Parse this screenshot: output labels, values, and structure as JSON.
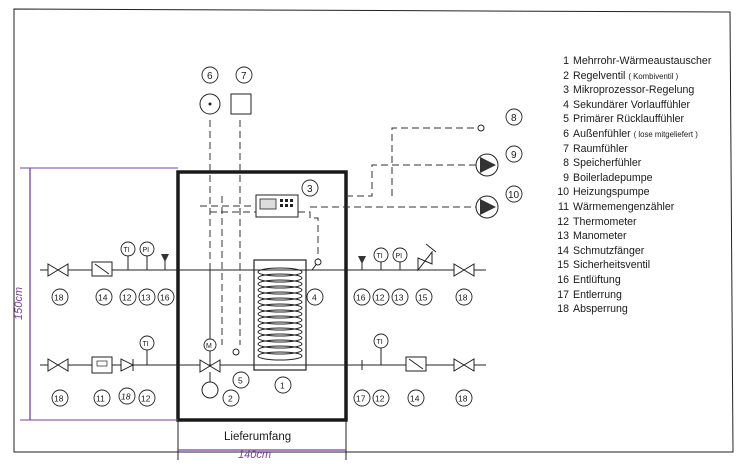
{
  "legend": [
    {
      "num": "1",
      "text": "Mehrrohr-Wärmeaustauscher",
      "note": ""
    },
    {
      "num": "2",
      "text": "Regelventil",
      "note": "( Kombiventil )"
    },
    {
      "num": "3",
      "text": "Mikroprozessor-Regelung",
      "note": ""
    },
    {
      "num": "4",
      "text": "Sekundärer Vorlauffühler",
      "note": ""
    },
    {
      "num": "5",
      "text": "Primärer Rücklauffühler",
      "note": ""
    },
    {
      "num": "6",
      "text": "Außenfühler",
      "note": "( lose mitgeliefert )"
    },
    {
      "num": "7",
      "text": "Raumfühler",
      "note": ""
    },
    {
      "num": "8",
      "text": "Speicherfühler",
      "note": ""
    },
    {
      "num": "9",
      "text": "Boilerladepumpe",
      "note": ""
    },
    {
      "num": "10",
      "text": "Heizungspumpe",
      "note": ""
    },
    {
      "num": "11",
      "text": "Wärmemengenzähler",
      "note": ""
    },
    {
      "num": "12",
      "text": "Thermometer",
      "note": ""
    },
    {
      "num": "13",
      "text": "Manometer",
      "note": ""
    },
    {
      "num": "14",
      "text": "Schmutzfänger",
      "note": ""
    },
    {
      "num": "15",
      "text": "Sicherheitsventil",
      "note": ""
    },
    {
      "num": "16",
      "text": "Entlüftung",
      "note": ""
    },
    {
      "num": "17",
      "text": "Entlerrung",
      "note": ""
    },
    {
      "num": "18",
      "text": "Absperrung",
      "note": ""
    }
  ],
  "labels": {
    "scope": "Lieferumfang",
    "width_dim": "140cm",
    "height_dim": "150cm",
    "ti": "TI",
    "pi": "PI",
    "m": "M",
    "n1": "1",
    "n2": "2",
    "n3": "3",
    "n4": "4",
    "n5": "5",
    "n6": "6",
    "n7": "7",
    "n8": "8",
    "n9": "9",
    "n10": "10",
    "n11": "11",
    "n12": "12",
    "n13": "13",
    "n14": "14",
    "n15": "15",
    "n16": "16",
    "n17": "17",
    "n18": "18"
  }
}
